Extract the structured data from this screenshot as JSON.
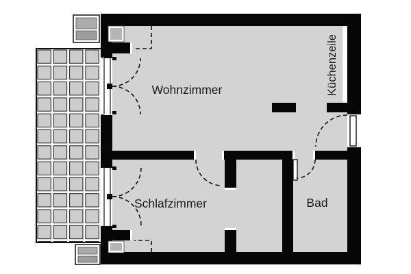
{
  "plan": {
    "type": "apartment-floor-plan",
    "rooms": {
      "living_room": "Wohnzimmer",
      "bedroom": "Schlafzimmer",
      "bathroom": "Bad",
      "kitchenette": "Küchenzeile"
    },
    "colors": {
      "wall": "#060606",
      "floor": "#d3d3d3",
      "outside": "#ffffff",
      "tile": "#cccccc",
      "grout": "#f8f8f8",
      "tile_line": "#1c1c1c",
      "label": "#1a1a1a",
      "dash": "#141414",
      "planter_cell_a": "#ababab",
      "planter_cell_b": "#9d9d9d",
      "shaft_fill": "#b5b5b5"
    }
  }
}
